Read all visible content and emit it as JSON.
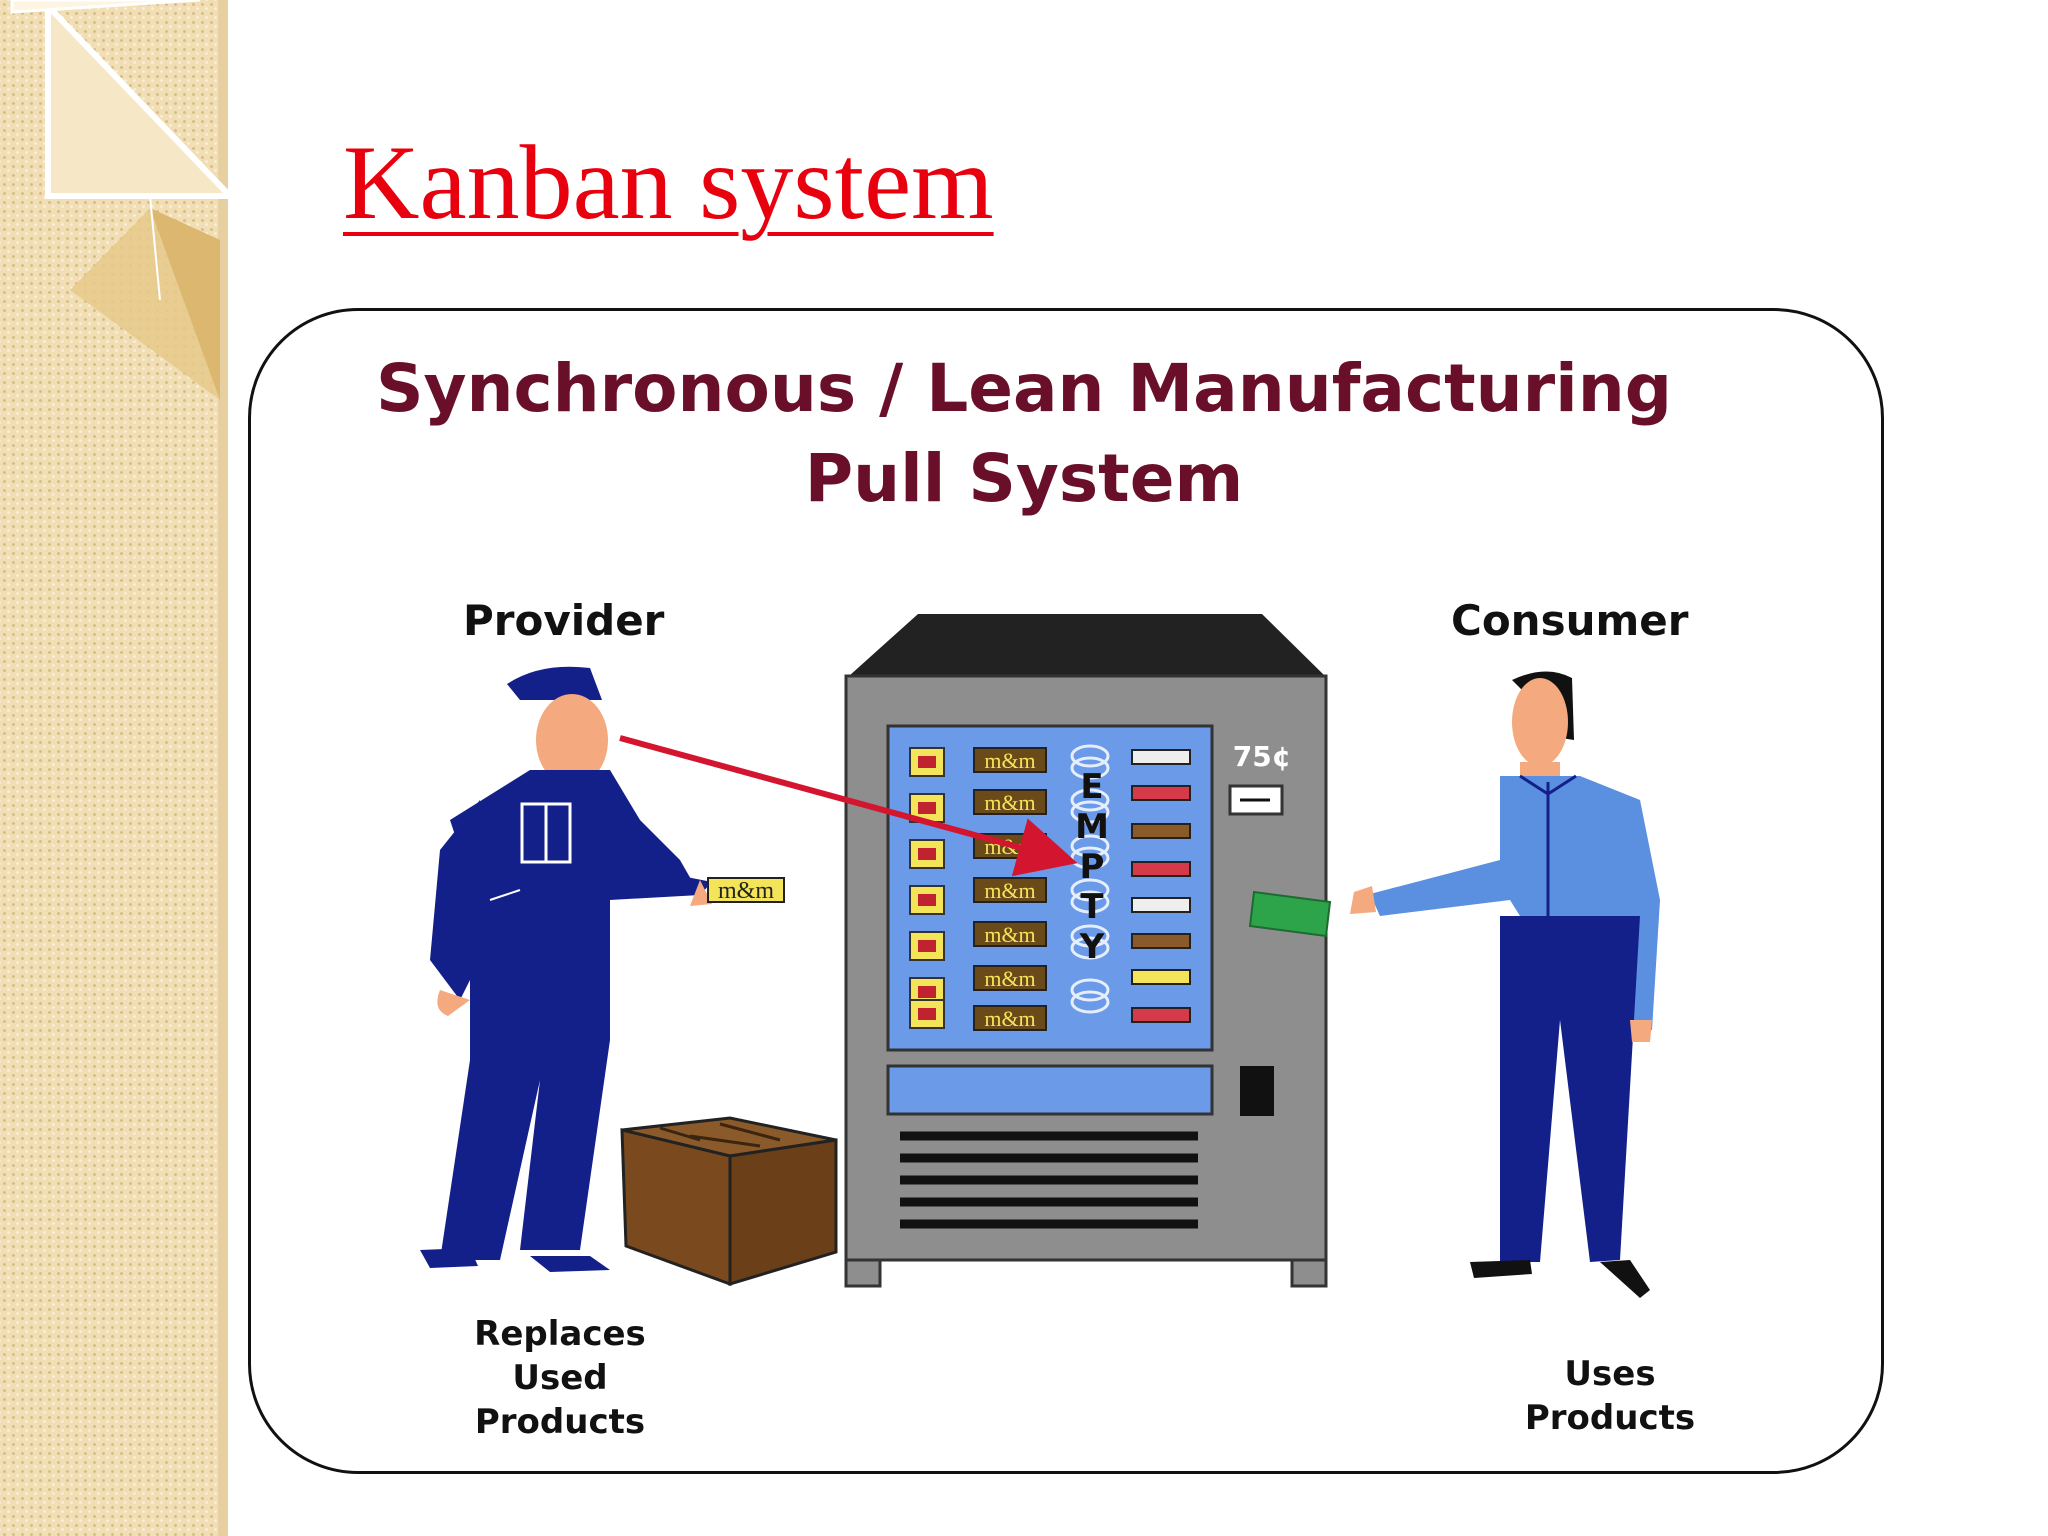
{
  "slide": {
    "title": "Kanban system"
  },
  "diagram": {
    "heading_line1": "Synchronous / Lean Manufacturing",
    "heading_line2": "Pull System",
    "provider_label": "Provider",
    "consumer_label": "Consumer",
    "provider_caption": [
      "Replaces",
      "Used",
      "Products"
    ],
    "consumer_caption": [
      "Uses",
      "Products"
    ],
    "machine": {
      "price": "75¢",
      "empty_letters": [
        "E",
        "M",
        "P",
        "T",
        "Y"
      ],
      "product_label": "m&m"
    },
    "colors": {
      "title": "#e8000f",
      "heading": "#6a0f2a",
      "arrow": "#d4152f",
      "uniform": "#14208a",
      "shirt": "#5b8fe0",
      "machine_body": "#8a8a8a",
      "machine_window": "#6a9ae8"
    }
  }
}
